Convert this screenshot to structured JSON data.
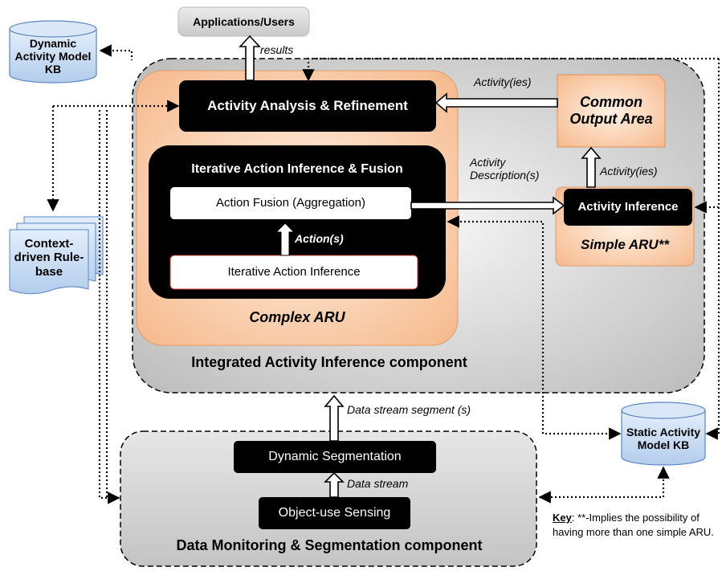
{
  "nodes": {
    "applications_users": "Applications/Users",
    "dynamic_kb": "Dynamic Activity Model KB",
    "context_rulebase": "Context-driven Rule-base",
    "activity_analysis": "Activity Analysis & Refinement",
    "common_output": "Common Output Area",
    "iterative_fusion_title": "Iterative Action Inference & Fusion",
    "action_fusion": "Action Fusion (Aggregation)",
    "iterative_action_inference": "Iterative Action Inference",
    "complex_aru": "Complex ARU",
    "activity_inference": "Activity Inference",
    "simple_aru": "Simple ARU**",
    "integrated_component": "Integrated Activity Inference component",
    "dynamic_segmentation": "Dynamic Segmentation",
    "object_use_sensing": "Object-use Sensing",
    "data_monitoring_component": "Data Monitoring & Segmentation component",
    "static_kb": "Static Activity Model KB"
  },
  "edge_labels": {
    "results": "results",
    "activity_ies_top": "Activity(ies)",
    "activity_description": "Activity Description(s)",
    "activity_ies_right": "Activity(ies)",
    "actions": "Action(s)",
    "data_stream_segment": "Data stream segment (s)",
    "data_stream": "Data stream"
  },
  "key": {
    "label": "Key",
    "text": ": **-Implies the possibility of having more than one simple ARU."
  },
  "colors": {
    "black_box": "#000000",
    "orange_fill": "#f8cba8",
    "gray_container": "#d6d6d6",
    "blue_db": "#c5daf1"
  }
}
